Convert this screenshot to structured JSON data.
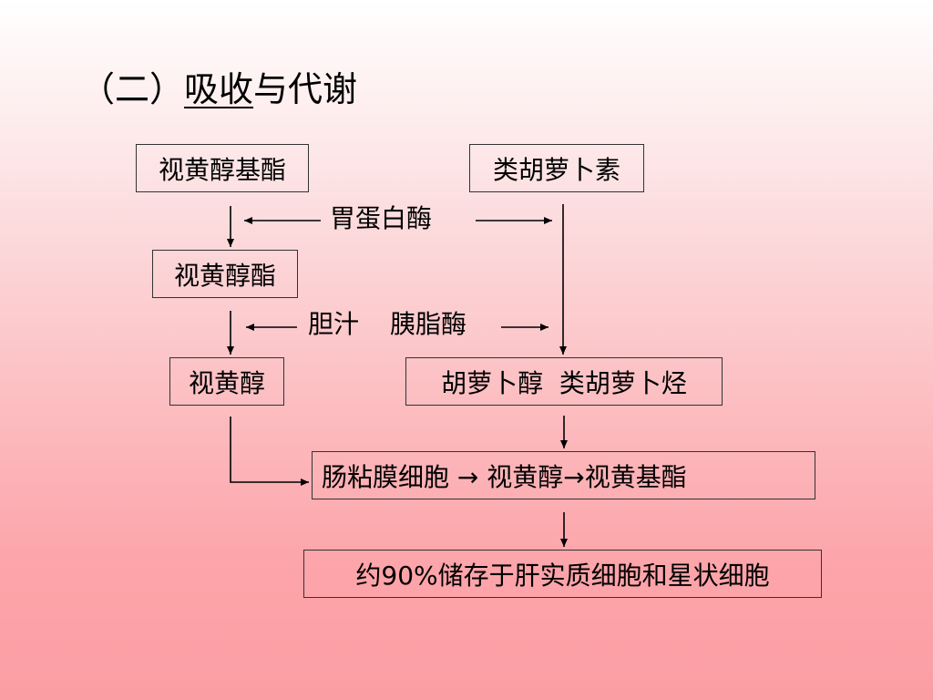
{
  "title": {
    "prefix": "（二）",
    "underlined": "吸收",
    "suffix": "与代谢"
  },
  "nodes": {
    "retinyl_ester": "视黄醇基酯",
    "carotene": "类胡萝卜素",
    "retinol_ester": "视黄醇酯",
    "retinol": "视黄醇",
    "carotenol": "胡萝卜醇  类胡萝卜烃",
    "intestine": "肠粘膜细胞 → 视黄醇→视黄基酯",
    "liver": "约90%储存于肝实质细胞和星状细胞"
  },
  "labels": {
    "gastric_enzyme": "胃蛋白酶",
    "bile": "胆汁",
    "pancreatic_lipase": "胰脂酶"
  }
}
